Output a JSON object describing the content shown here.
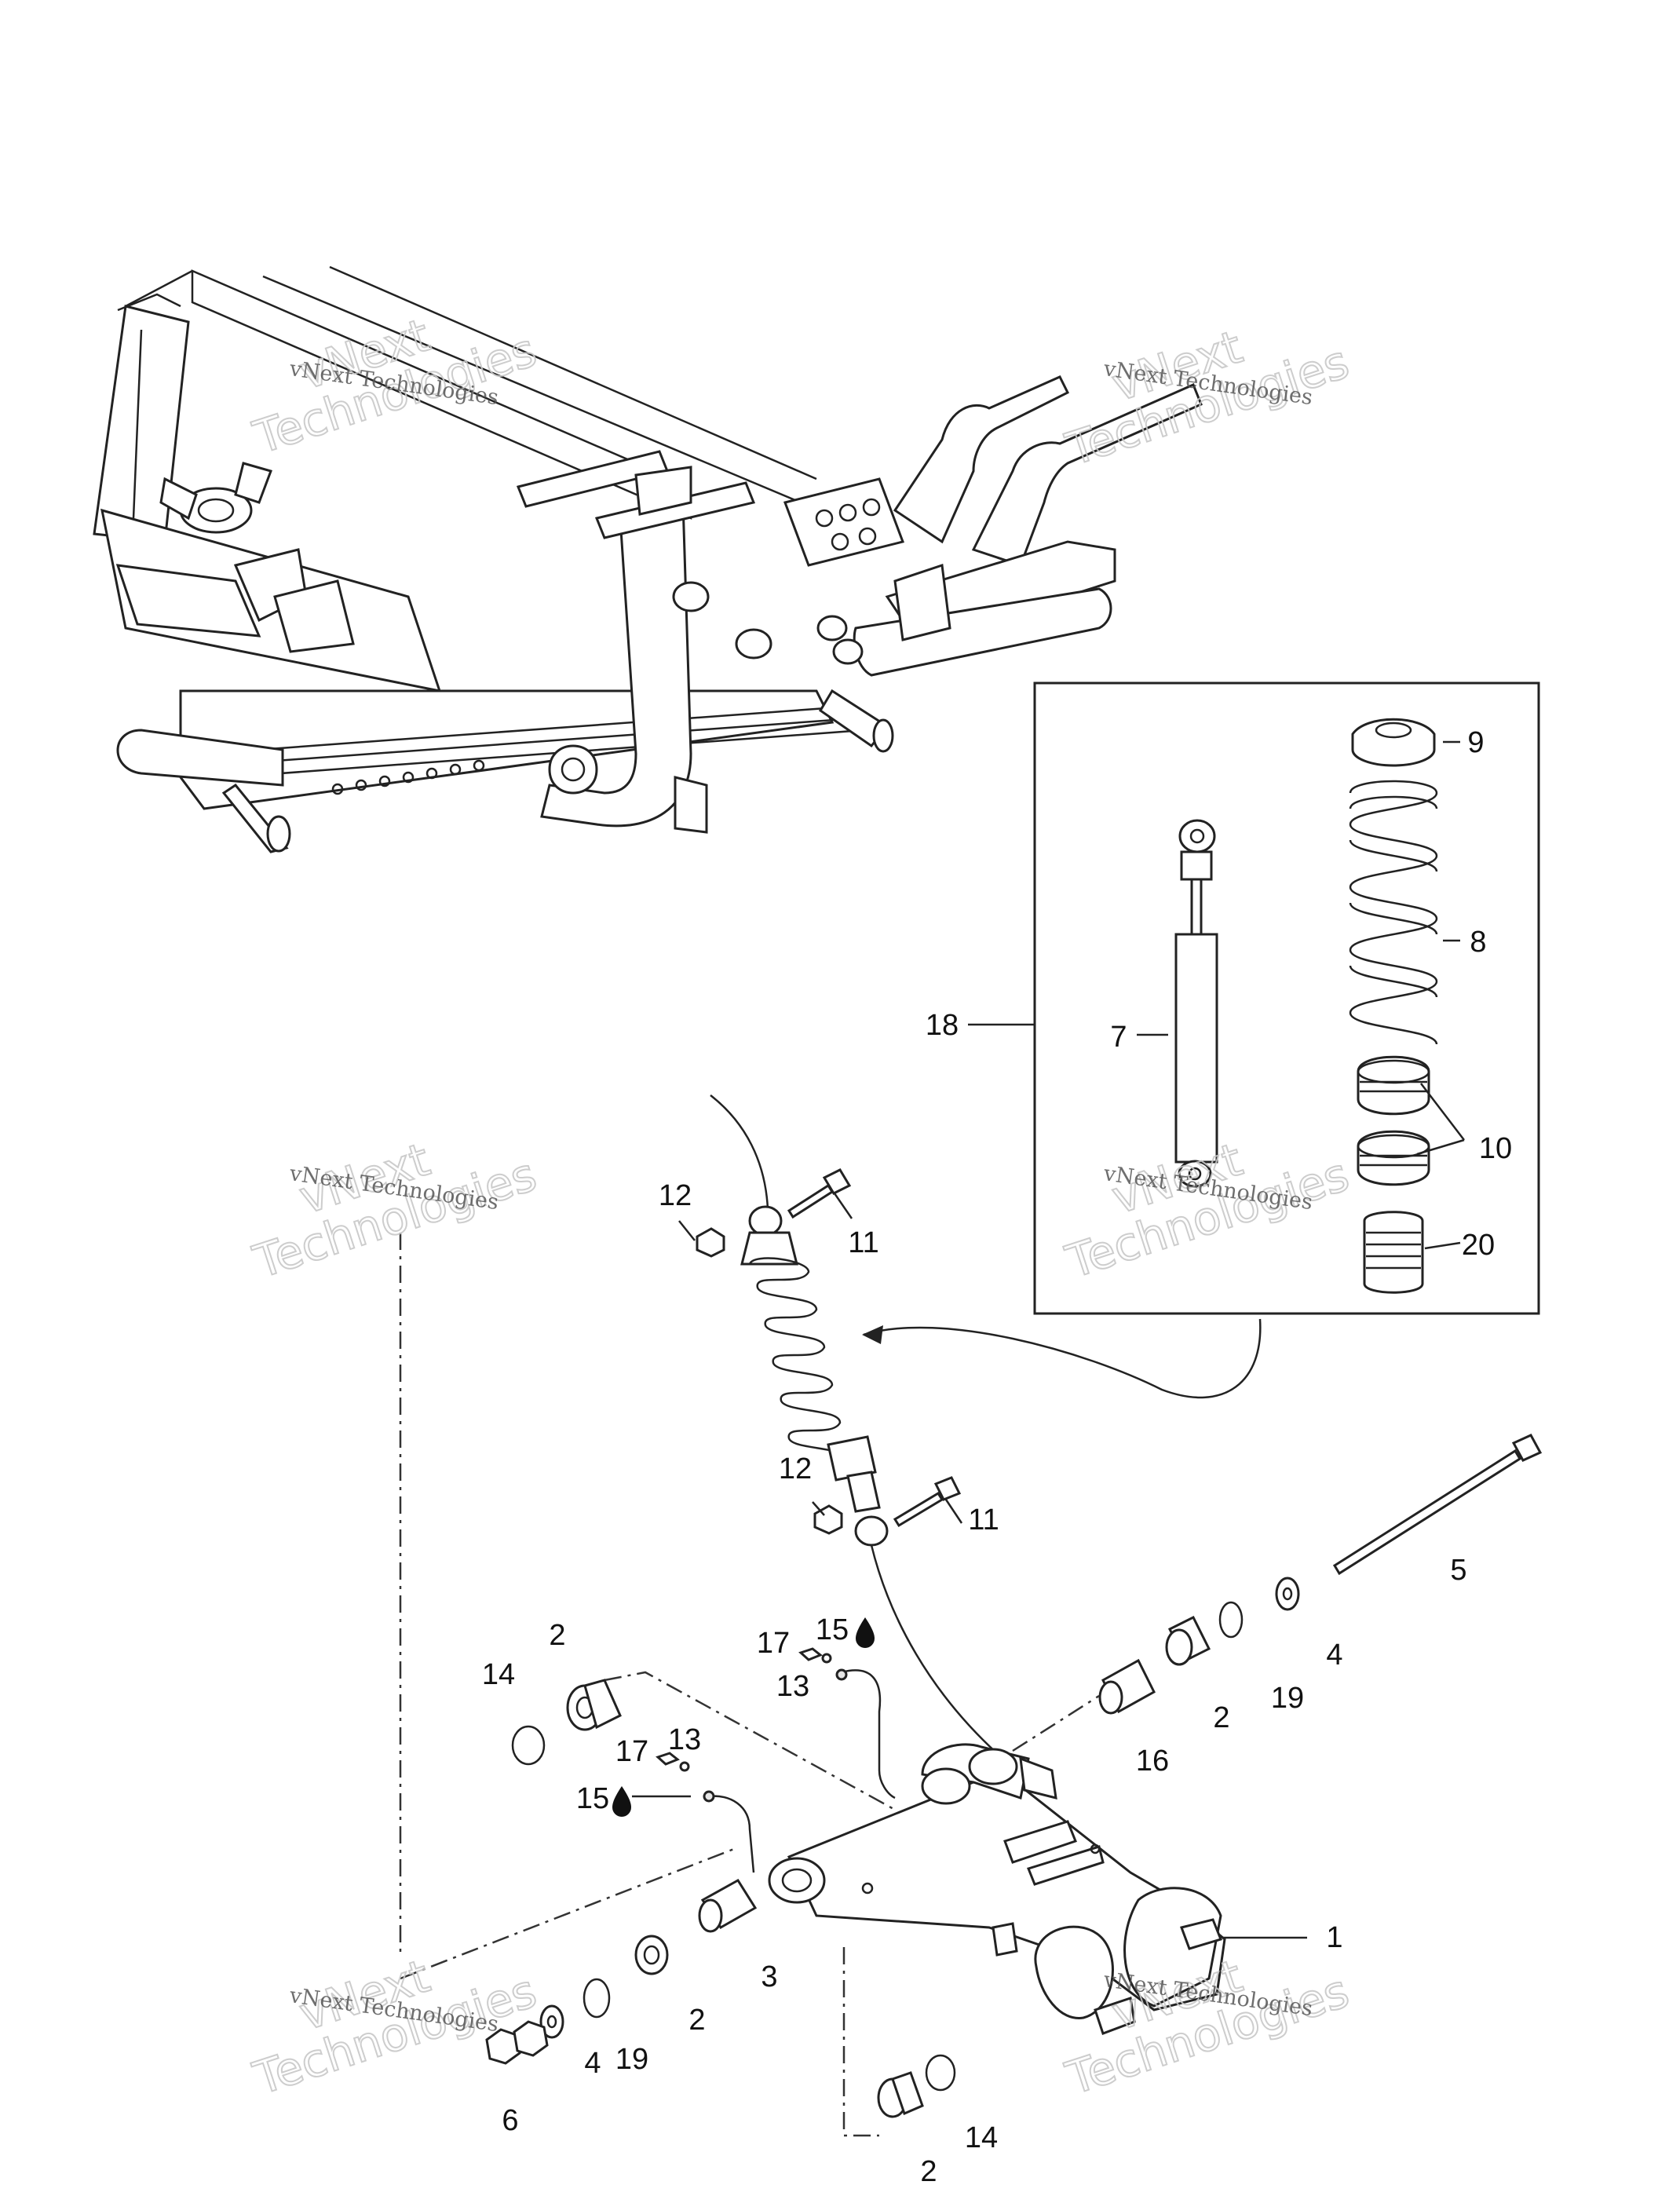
{
  "callouts": {
    "c1": "1",
    "c2a": "2",
    "c2b": "2",
    "c2c": "2",
    "c2d": "2",
    "c3": "3",
    "c4a": "4",
    "c4b": "4",
    "c5": "5",
    "c6": "6",
    "c7": "7",
    "c8": "8",
    "c9": "9",
    "c10": "10",
    "c11a": "11",
    "c11b": "11",
    "c12a": "12",
    "c12b": "12",
    "c13a": "13",
    "c13b": "13",
    "c14a": "14",
    "c14b": "14",
    "c15a": "15",
    "c15b": "15",
    "c16": "16",
    "c17a": "17",
    "c17b": "17",
    "c18": "18",
    "c19a": "19",
    "c19b": "19",
    "c20": "20"
  },
  "watermark": {
    "line1": "vNext",
    "line2": "vNext Technologies",
    "line3": "Technologies"
  },
  "icons": {
    "oil_drop": "oil-drop-icon"
  }
}
